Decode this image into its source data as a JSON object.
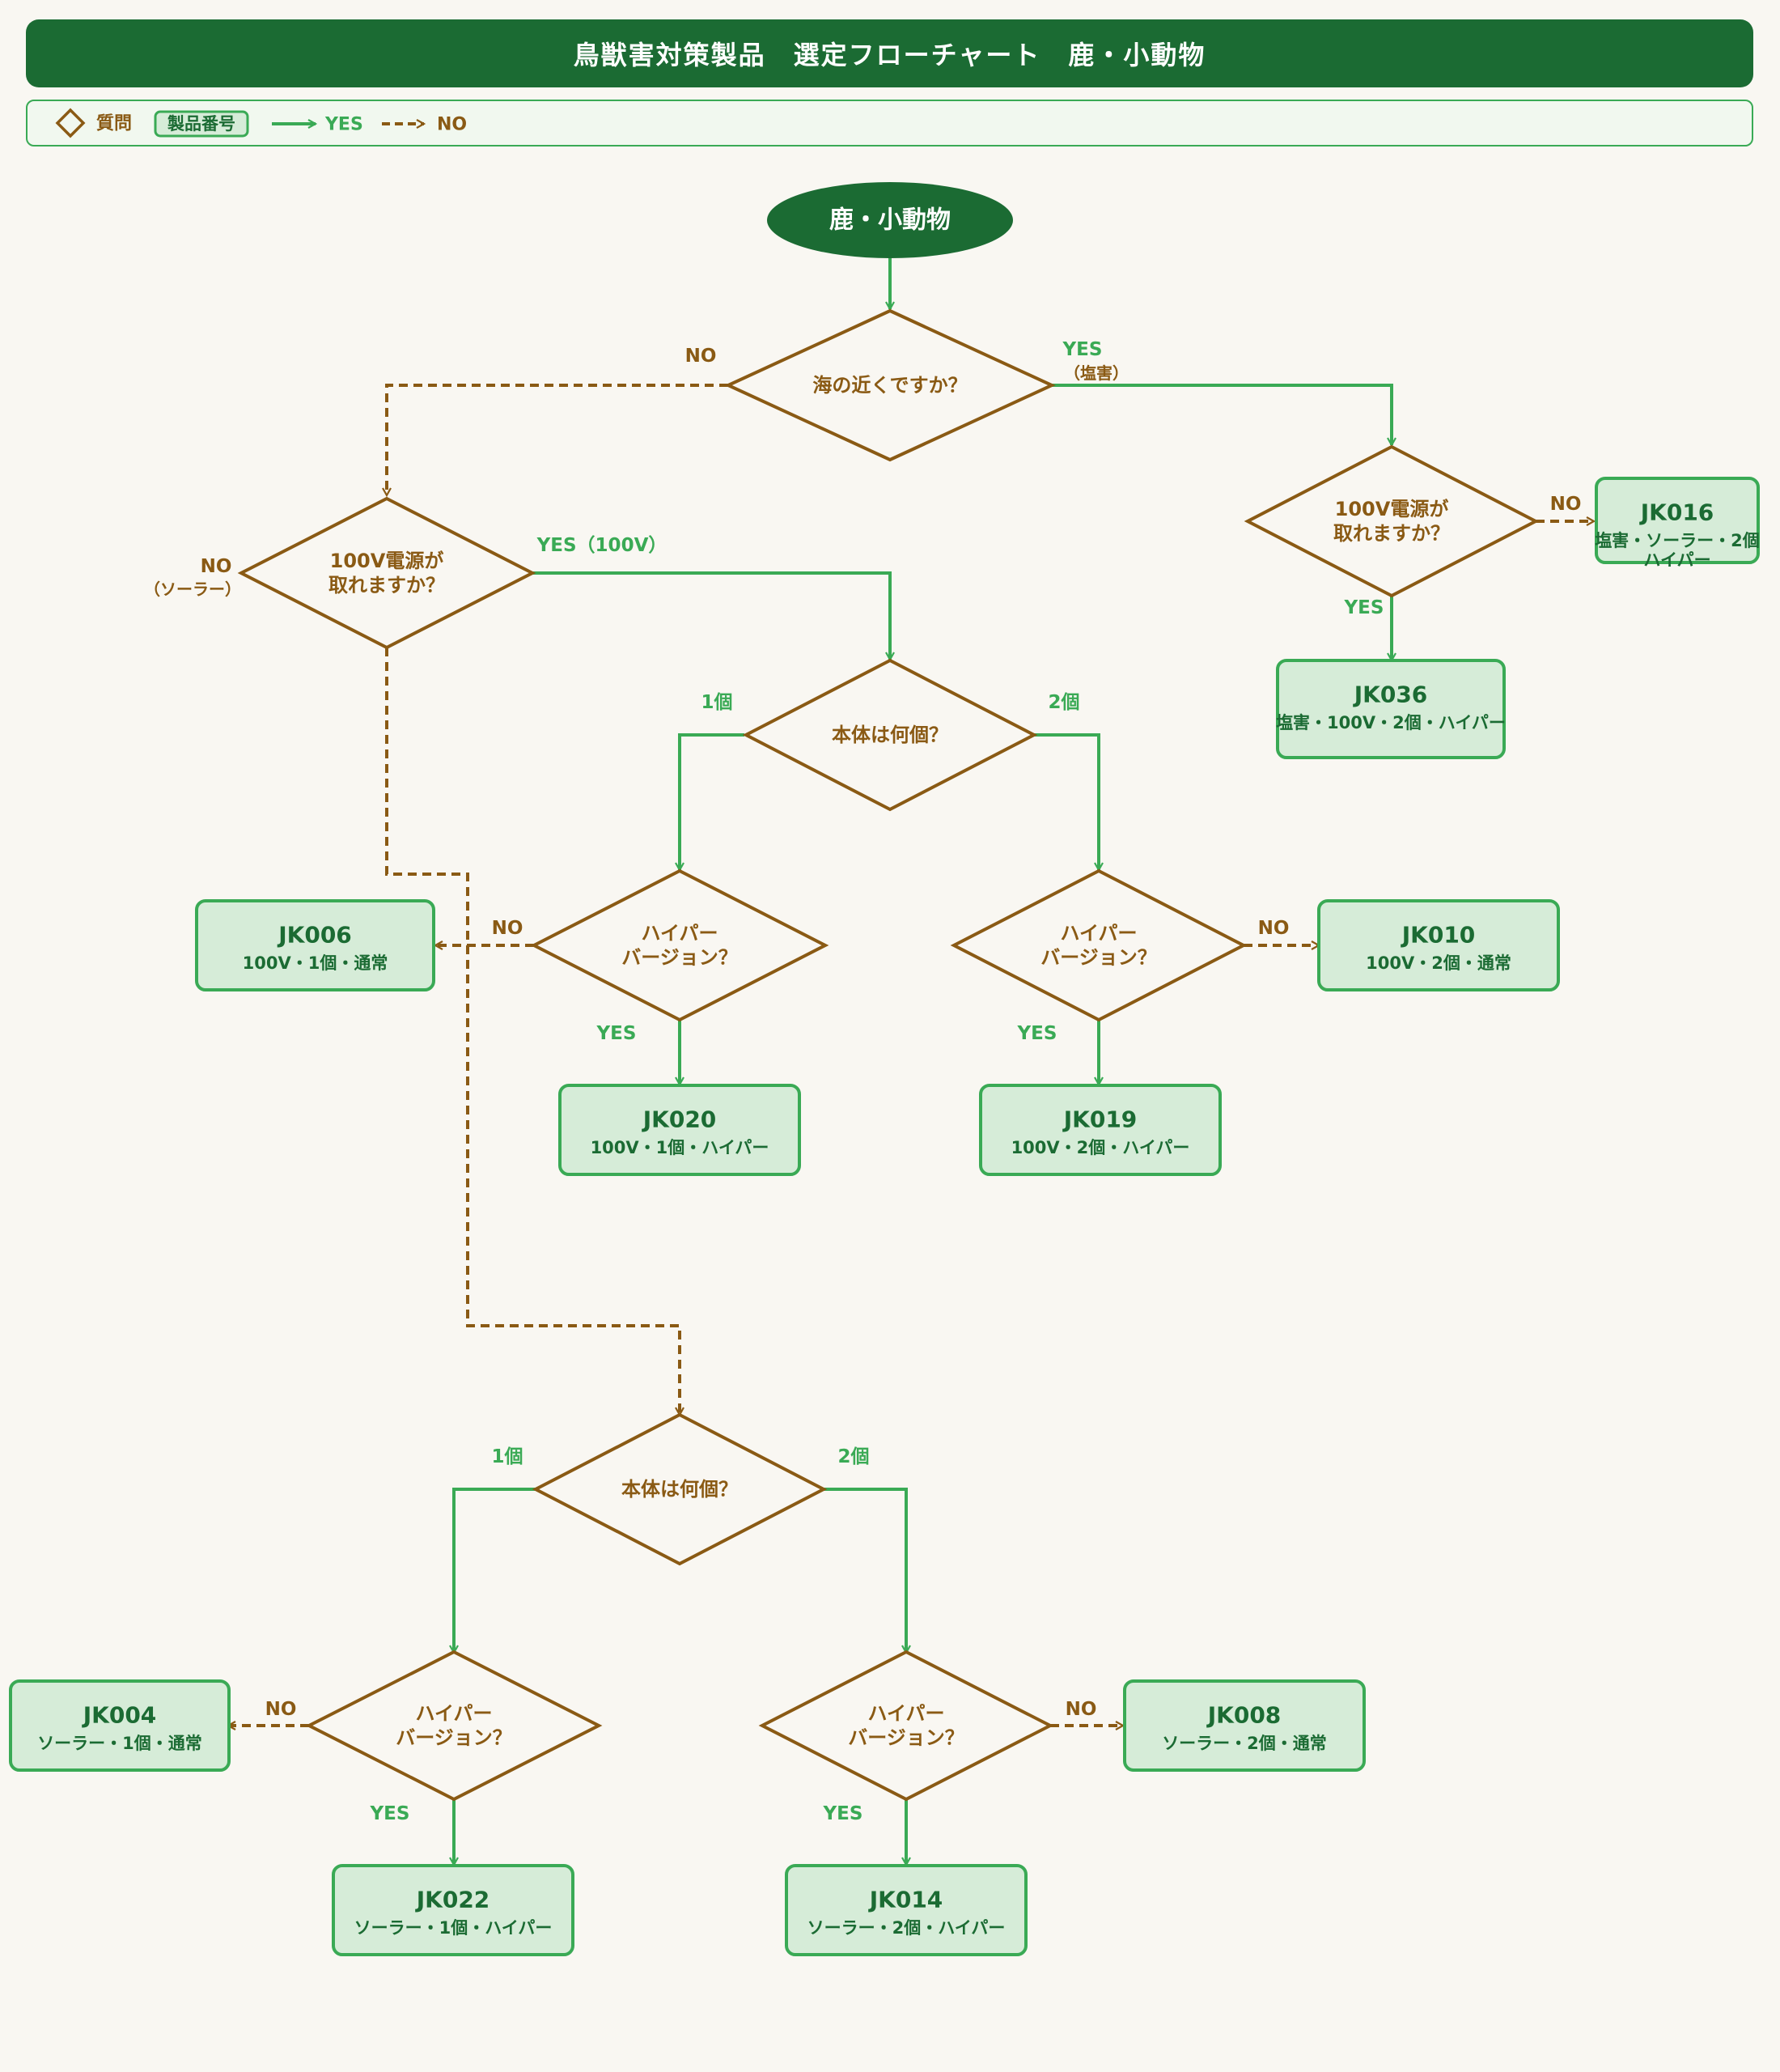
{
  "title": "鳥獣害対策製品　選定フローチャート　鹿・小動物",
  "legend": {
    "question": "質問",
    "product": "製品番号",
    "yes": "YES",
    "no": "NO"
  },
  "colors": {
    "dark_green": "#1b6b33",
    "green": "#3aaa55",
    "brown": "#8a5a14",
    "product_fill": "#d6ecd8",
    "background": "#f9f7f2"
  },
  "start": "鹿・小動物",
  "questions": {
    "sea": "海の近くですか？",
    "power_left": [
      "100V電源が",
      "取れますか？"
    ],
    "power_right": [
      "100V電源が",
      "取れますか？"
    ],
    "count_a": "本体は何個？",
    "count_b": "本体は何個？",
    "hyper": [
      "ハイパー",
      "バージョン？"
    ]
  },
  "edge_labels": {
    "sea_no": "NO",
    "sea_yes": "YES",
    "sea_yes_sub": "（塩害）",
    "left_power_no": "NO",
    "left_power_no_sub": "（ソーラー）",
    "left_power_yes": "YES（100V）",
    "right_power_no": "NO",
    "right_power_yes": "YES",
    "one": "1個",
    "two": "2個",
    "no": "NO",
    "yes": "YES"
  },
  "products": {
    "JK016": {
      "code": "JK016",
      "desc": [
        "塩害・ソーラー・2個",
        "ハイパー"
      ]
    },
    "JK036": {
      "code": "JK036",
      "desc": [
        "塩害・100V・2個・ハイパー"
      ]
    },
    "JK006": {
      "code": "JK006",
      "desc": [
        "100V・1個・通常"
      ]
    },
    "JK010": {
      "code": "JK010",
      "desc": [
        "100V・2個・通常"
      ]
    },
    "JK020": {
      "code": "JK020",
      "desc": [
        "100V・1個・ハイパー"
      ]
    },
    "JK019": {
      "code": "JK019",
      "desc": [
        "100V・2個・ハイパー"
      ]
    },
    "JK004": {
      "code": "JK004",
      "desc": [
        "ソーラー・1個・通常"
      ]
    },
    "JK008": {
      "code": "JK008",
      "desc": [
        "ソーラー・2個・通常"
      ]
    },
    "JK022": {
      "code": "JK022",
      "desc": [
        "ソーラー・1個・ハイパー"
      ]
    },
    "JK014": {
      "code": "JK014",
      "desc": [
        "ソーラー・2個・ハイパー"
      ]
    }
  }
}
